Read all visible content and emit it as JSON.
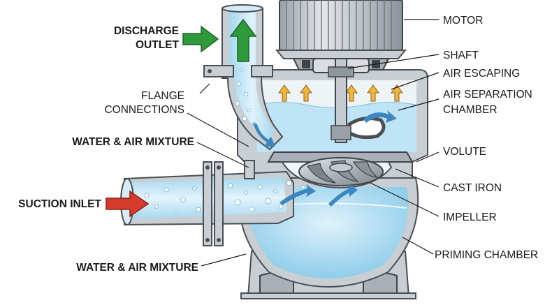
{
  "labels": {
    "motor": "MOTOR",
    "shaft": "SHAFT",
    "air_escaping": "AIR ESCAPING",
    "air_separation_1": "AIR SEPARATION",
    "air_separation_2": "CHAMBER",
    "volute": "VOLUTE",
    "cast_iron": "CAST IRON",
    "impeller": "IMPELLER",
    "priming_chamber": "PRIMING CHAMBER",
    "discharge_1": "DISCHARGE",
    "discharge_2": "OUTLET",
    "flange_1": "FLANGE",
    "flange_2": "CONNECTIONS",
    "water_air_top": "WATER & AIR MIXTURE",
    "suction_inlet": "SUCTION INLET",
    "water_air_bottom": "WATER & AIR MIXTURE"
  },
  "colors": {
    "water": "#bfe4f5",
    "metal": "#c9ced3",
    "discharge_arrow": "#2e9a3c",
    "inlet_arrow": "#d63a2a",
    "air_arrow": "#f2b43c",
    "flow_arrow": "#3b86bf"
  }
}
